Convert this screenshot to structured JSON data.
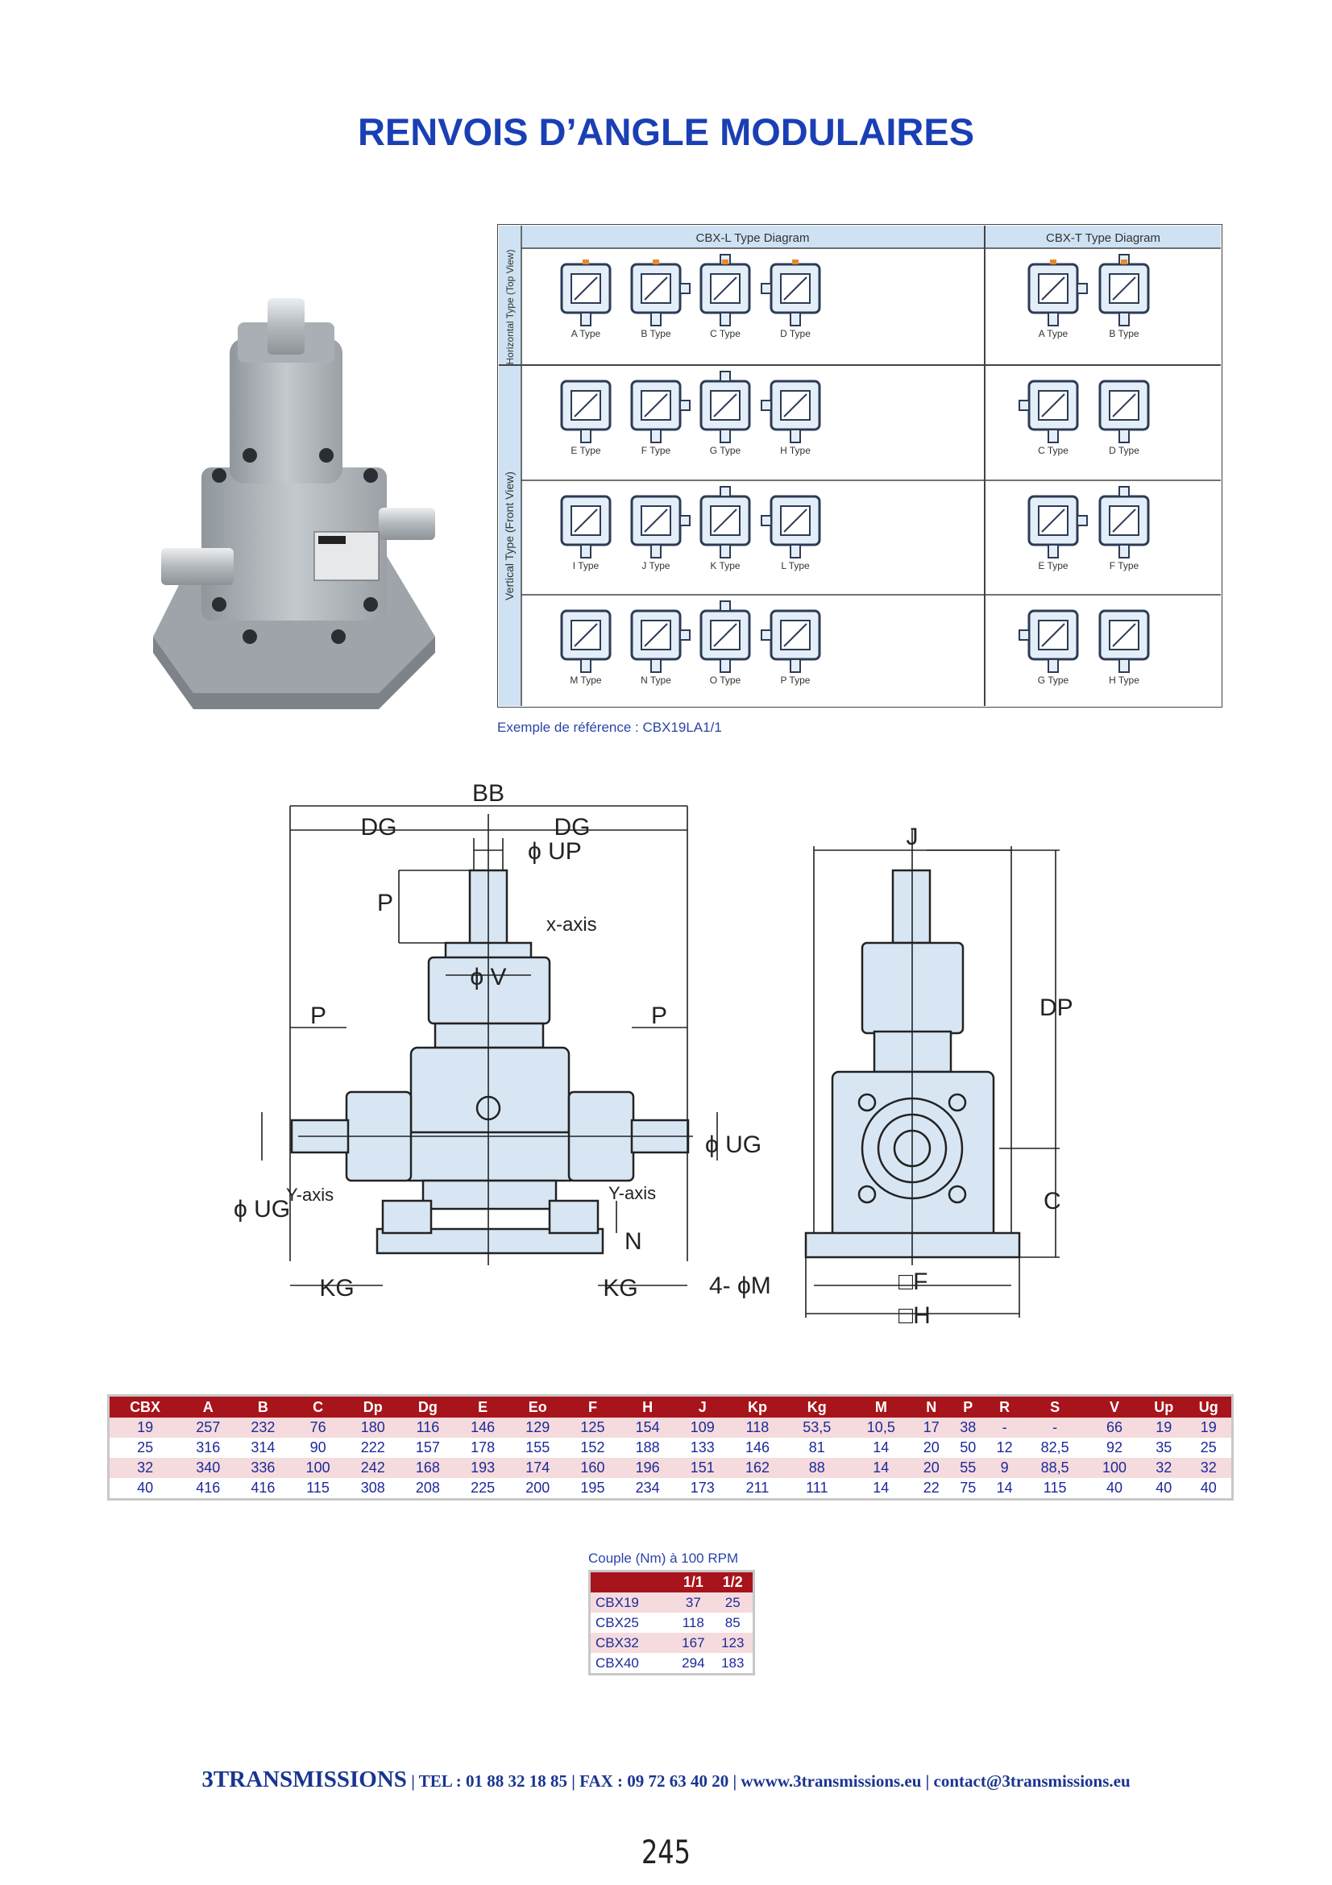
{
  "page_title": "RENVOIS D’ANGLE MODULAIRES",
  "diagram": {
    "header_l": "CBX-L Type Diagram",
    "header_t": "CBX-T Type Diagram",
    "side_horizontal": "Horizontal Type (Top View)",
    "side_vertical": "Vertical Type (Front View)",
    "l_rows": [
      [
        "A Type",
        "B Type",
        "C Type",
        "D Type"
      ],
      [
        "E Type",
        "F Type",
        "G Type",
        "H Type"
      ],
      [
        "I Type",
        "J Type",
        "K Type",
        "L Type"
      ],
      [
        "M Type",
        "N Type",
        "O Type",
        "P Type"
      ]
    ],
    "t_rows": [
      [
        "A Type",
        "B Type"
      ],
      [
        "C Type",
        "D Type"
      ],
      [
        "E Type",
        "F Type"
      ],
      [
        "G Type",
        "H Type"
      ]
    ]
  },
  "example_ref": "Exemple de référence : CBX19LA1/1",
  "drawing_labels": {
    "bb": "BB",
    "dg_left": "DG",
    "dg_right": "DG",
    "up": "ϕ UP",
    "p_top": "P",
    "x_axis": "x-axis",
    "v": "ϕ V",
    "p_left": "P",
    "p_right": "P",
    "ug_right": "ϕ UG",
    "ug_left": "ϕ UG",
    "y_axis_left": "Y-axis",
    "y_axis_right": "Y-axis",
    "n": "N",
    "kg_left": "KG",
    "kg_right": "KG",
    "j": "J",
    "dp": "DP",
    "c": "C",
    "m": "4- ϕM",
    "f": "□F",
    "h": "□H"
  },
  "dims_table": {
    "headers": [
      "CBX",
      "A",
      "B",
      "C",
      "Dp",
      "Dg",
      "E",
      "Eo",
      "F",
      "H",
      "J",
      "Kp",
      "Kg",
      "M",
      "N",
      "P",
      "R",
      "S",
      "V",
      "Up",
      "Ug"
    ],
    "rows": [
      [
        "19",
        "257",
        "232",
        "76",
        "180",
        "116",
        "146",
        "129",
        "125",
        "154",
        "109",
        "118",
        "53,5",
        "10,5",
        "17",
        "38",
        "-",
        "-",
        "66",
        "19",
        "19"
      ],
      [
        "25",
        "316",
        "314",
        "90",
        "222",
        "157",
        "178",
        "155",
        "152",
        "188",
        "133",
        "146",
        "81",
        "14",
        "20",
        "50",
        "12",
        "82,5",
        "92",
        "35",
        "25"
      ],
      [
        "32",
        "340",
        "336",
        "100",
        "242",
        "168",
        "193",
        "174",
        "160",
        "196",
        "151",
        "162",
        "88",
        "14",
        "20",
        "55",
        "9",
        "88,5",
        "100",
        "32",
        "32"
      ],
      [
        "40",
        "416",
        "416",
        "115",
        "308",
        "208",
        "225",
        "200",
        "195",
        "234",
        "173",
        "211",
        "111",
        "14",
        "22",
        "75",
        "14",
        "115",
        "40",
        "40",
        "40"
      ]
    ]
  },
  "couple_table": {
    "caption": "Couple (Nm) à 100 RPM",
    "headers": [
      "",
      "1/1",
      "1/2"
    ],
    "rows": [
      [
        "CBX19",
        "37",
        "25"
      ],
      [
        "CBX25",
        "118",
        "85"
      ],
      [
        "CBX32",
        "167",
        "123"
      ],
      [
        "CBX40",
        "294",
        "183"
      ]
    ]
  },
  "footer": {
    "brand": "3TRANSMISSIONS",
    "contact": " | TEL : 01 88 32 18 85 | FAX : 09 72 63 40 20 | wwww.3transmissions.eu | contact@3transmissions.eu"
  },
  "page_number": "245",
  "colors": {
    "title_blue": "#1a3fb5",
    "table_header_red": "#a8141b",
    "row_pink": "#f5dbdd",
    "drawing_fill": "#d8e6f4"
  }
}
